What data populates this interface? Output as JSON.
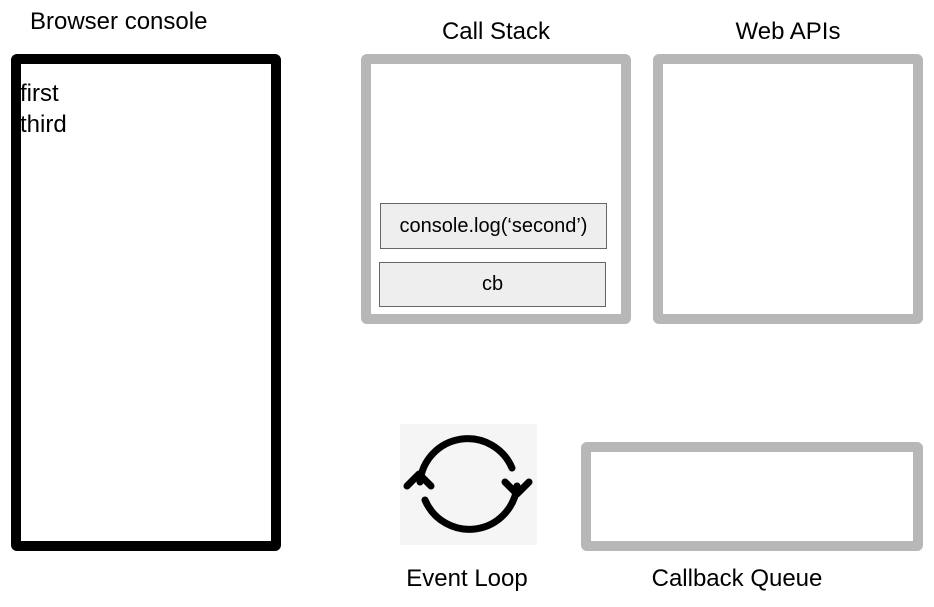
{
  "console": {
    "title": "Browser console",
    "lines": [
      "first",
      "third"
    ]
  },
  "call_stack": {
    "title": "Call Stack",
    "frames": [
      "console.log(‘second’)",
      "cb"
    ]
  },
  "web_apis": {
    "title": "Web APIs"
  },
  "event_loop": {
    "title": "Event Loop",
    "icon": "refresh-cycle-icon"
  },
  "callback_queue": {
    "title": "Callback Queue"
  },
  "colors": {
    "console_border": "#000000",
    "panel_border": "#b7b7b7",
    "frame_fill": "#eeeeee",
    "frame_border": "#666666"
  }
}
